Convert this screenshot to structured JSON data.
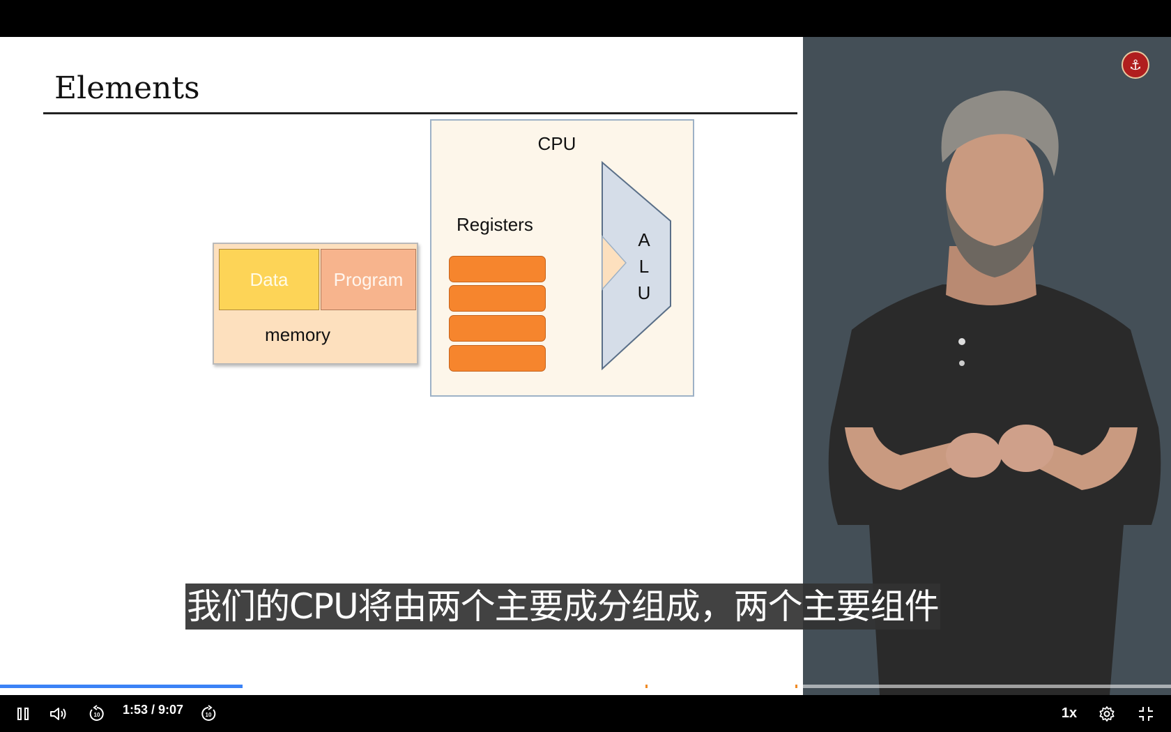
{
  "slide": {
    "title": "Elements",
    "memory": {
      "data_label": "Data",
      "program_label": "Program",
      "memory_label": "memory"
    },
    "cpu": {
      "label": "CPU",
      "registers_label": "Registers",
      "alu_letters": [
        "A",
        "L",
        "U"
      ],
      "register_count": 4
    }
  },
  "subtitle": {
    "text": "我们的CPU将由两个主要成分组成，两个主要组件"
  },
  "player": {
    "time_display": "1:53 / 9:07",
    "speed": "1x",
    "progress": 0.207,
    "progress_markers": [
      0.551,
      0.679
    ],
    "colors": {
      "progress_fill": "#3b82f6",
      "marker": "#f08a24"
    },
    "icons": {
      "play_pause": "pause-icon",
      "volume": "volume-icon",
      "rewind": "rewind-10-icon",
      "forward": "forward-10-icon",
      "settings": "gear-icon",
      "exit_fullscreen": "exit-fullscreen-icon"
    },
    "seek_step_label": "10"
  }
}
